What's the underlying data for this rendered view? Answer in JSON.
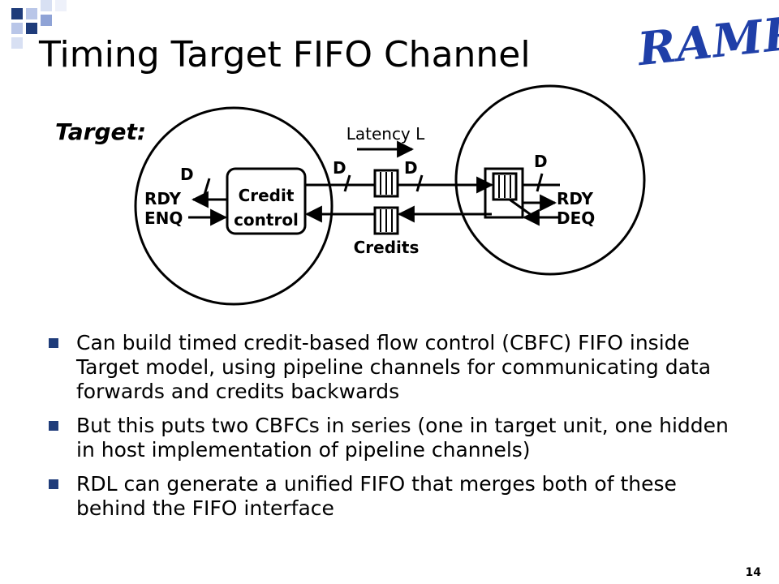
{
  "slide": {
    "title": "Timing Target FIFO Channel",
    "logo_text": "RAMP",
    "page_number": "14"
  },
  "diagram": {
    "section_label": "Target:",
    "latency_label": "Latency L",
    "credit_box_line1": "Credit",
    "credit_box_line2": "control",
    "credits_label": "Credits",
    "left_d": "D",
    "mid_d1": "D",
    "mid_d2": "D",
    "right_d": "D",
    "left_rdy": "RDY",
    "left_enq": "ENQ",
    "right_rdy": "RDY",
    "right_deq": "DEQ"
  },
  "bullets": [
    "Can build timed credit-based flow control (CBFC) FIFO inside Target model, using pipeline channels for communicating data forwards and credits backwards",
    "But this puts two CBFCs in series (one in target unit, one hidden in host implementation of pipeline channels)",
    "RDL can generate a unified FIFO that merges both of these behind the FIFO interface"
  ],
  "colors": {
    "accent_dark": "#1f3c7a",
    "accent_light": "#8fa3d6",
    "logo": "#1f3fa8"
  }
}
